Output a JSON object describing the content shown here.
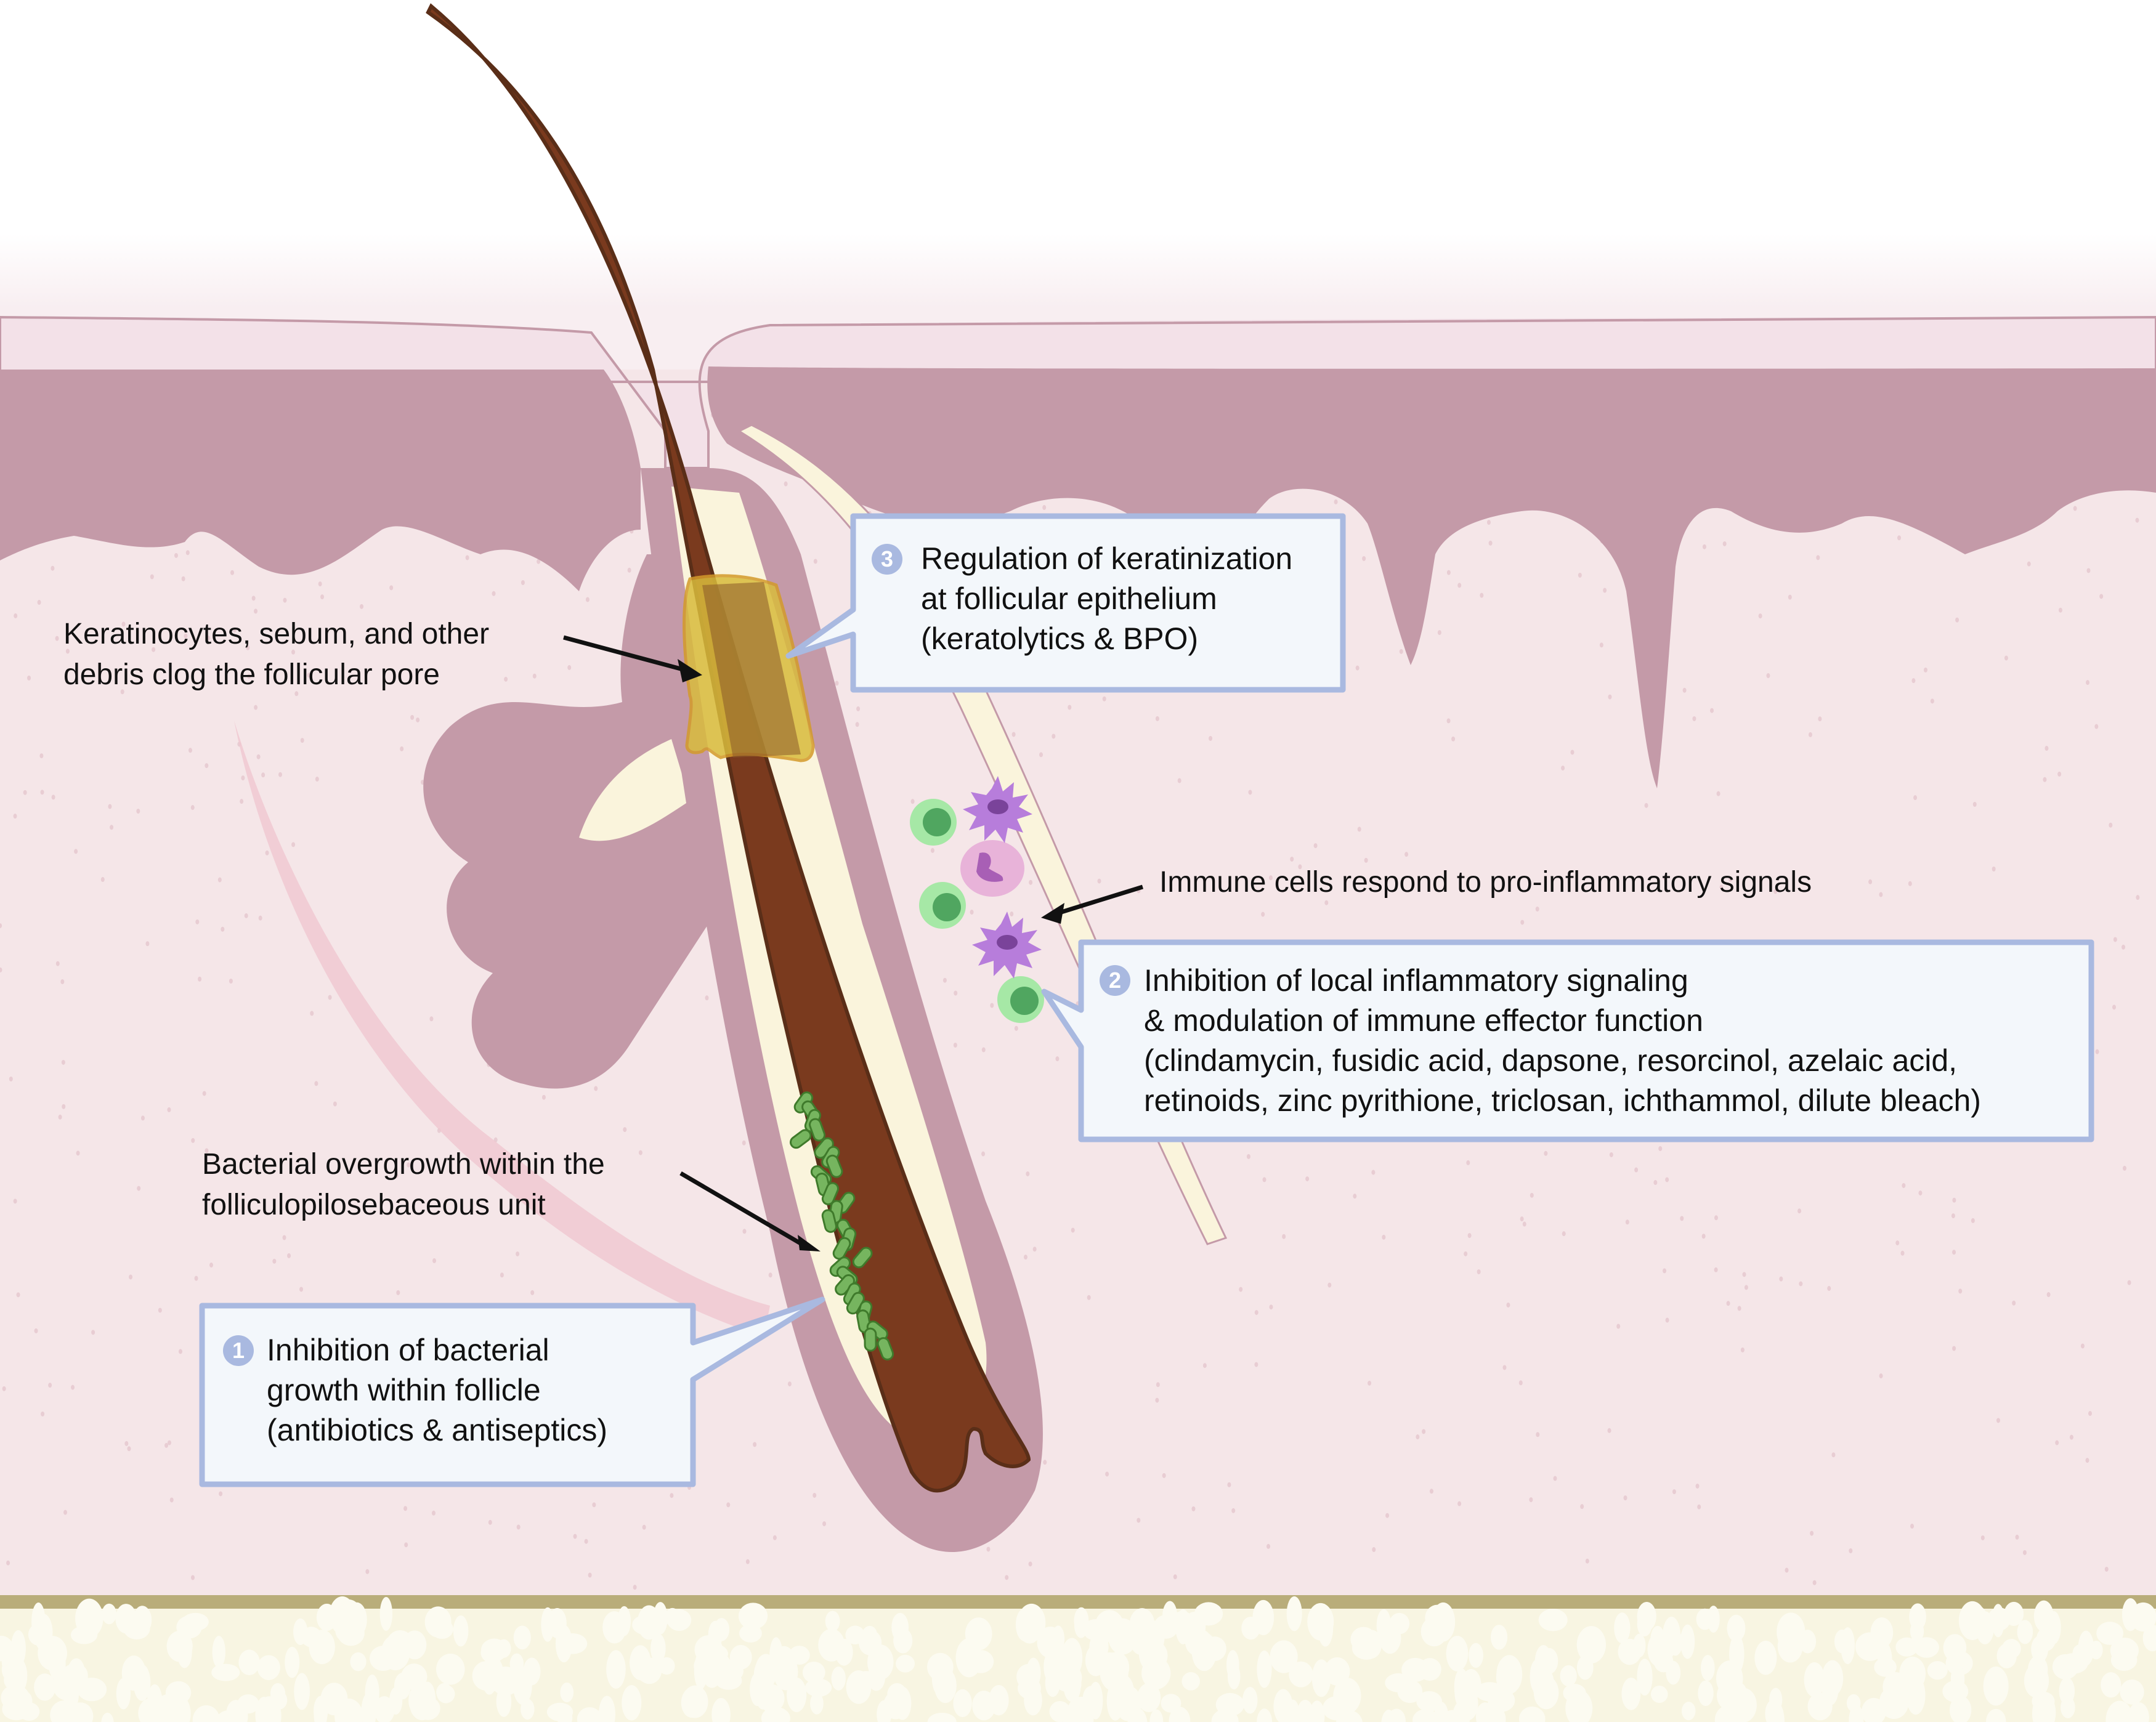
{
  "figure": {
    "title": "Acne treatment targets in the folliculopilosebaceous unit"
  },
  "labels": {
    "clog": {
      "line1": "Keratinocytes, sebum, and other",
      "line2": "debris clog the follicular pore"
    },
    "immune": {
      "line1": "Immune cells respond to pro-inflammatory signals"
    },
    "bacteria": {
      "line1": "Bacterial overgrowth within the",
      "line2": "folliculopilosebaceous unit"
    }
  },
  "callouts": [
    {
      "number": "1",
      "line1": "Inhibition of bacterial",
      "line2": "growth within follicle",
      "line3": "(antibiotics & antiseptics)"
    },
    {
      "number": "2",
      "line1": "Inhibition of local inflammatory signaling",
      "line2": "& modulation of immune effector function",
      "line3": "(clindamycin, fusidic acid, dapsone, resorcinol, azelaic acid,",
      "line4": "retinoids, zinc pyrithione, triclosan, ichthammol, dilute bleach)"
    },
    {
      "number": "3",
      "line1": "Regulation of keratinization",
      "line2": "at follicular epithelium",
      "line3": "(keratolytics & BPO)"
    }
  ],
  "colors": {
    "epidermis": "#c49aa8",
    "dermis": "#f5e6e8",
    "stratum_corneum": "#f3e1e8",
    "hair_shaft": "#7a3a1e",
    "follicle_sheath": "#faf4dc",
    "callout_border": "#a9b9e0",
    "callout_fill": "#f3f7fb",
    "sebum_plug": "#d9bb3c",
    "bacteria": "#76b55f",
    "lymphocyte": "#a6e8a6",
    "dendritic_cell": "#b77ddb",
    "neutrophil": "#e8b3d9",
    "hypodermis": "#f8f5e2",
    "basement": "#b9ad7a"
  }
}
